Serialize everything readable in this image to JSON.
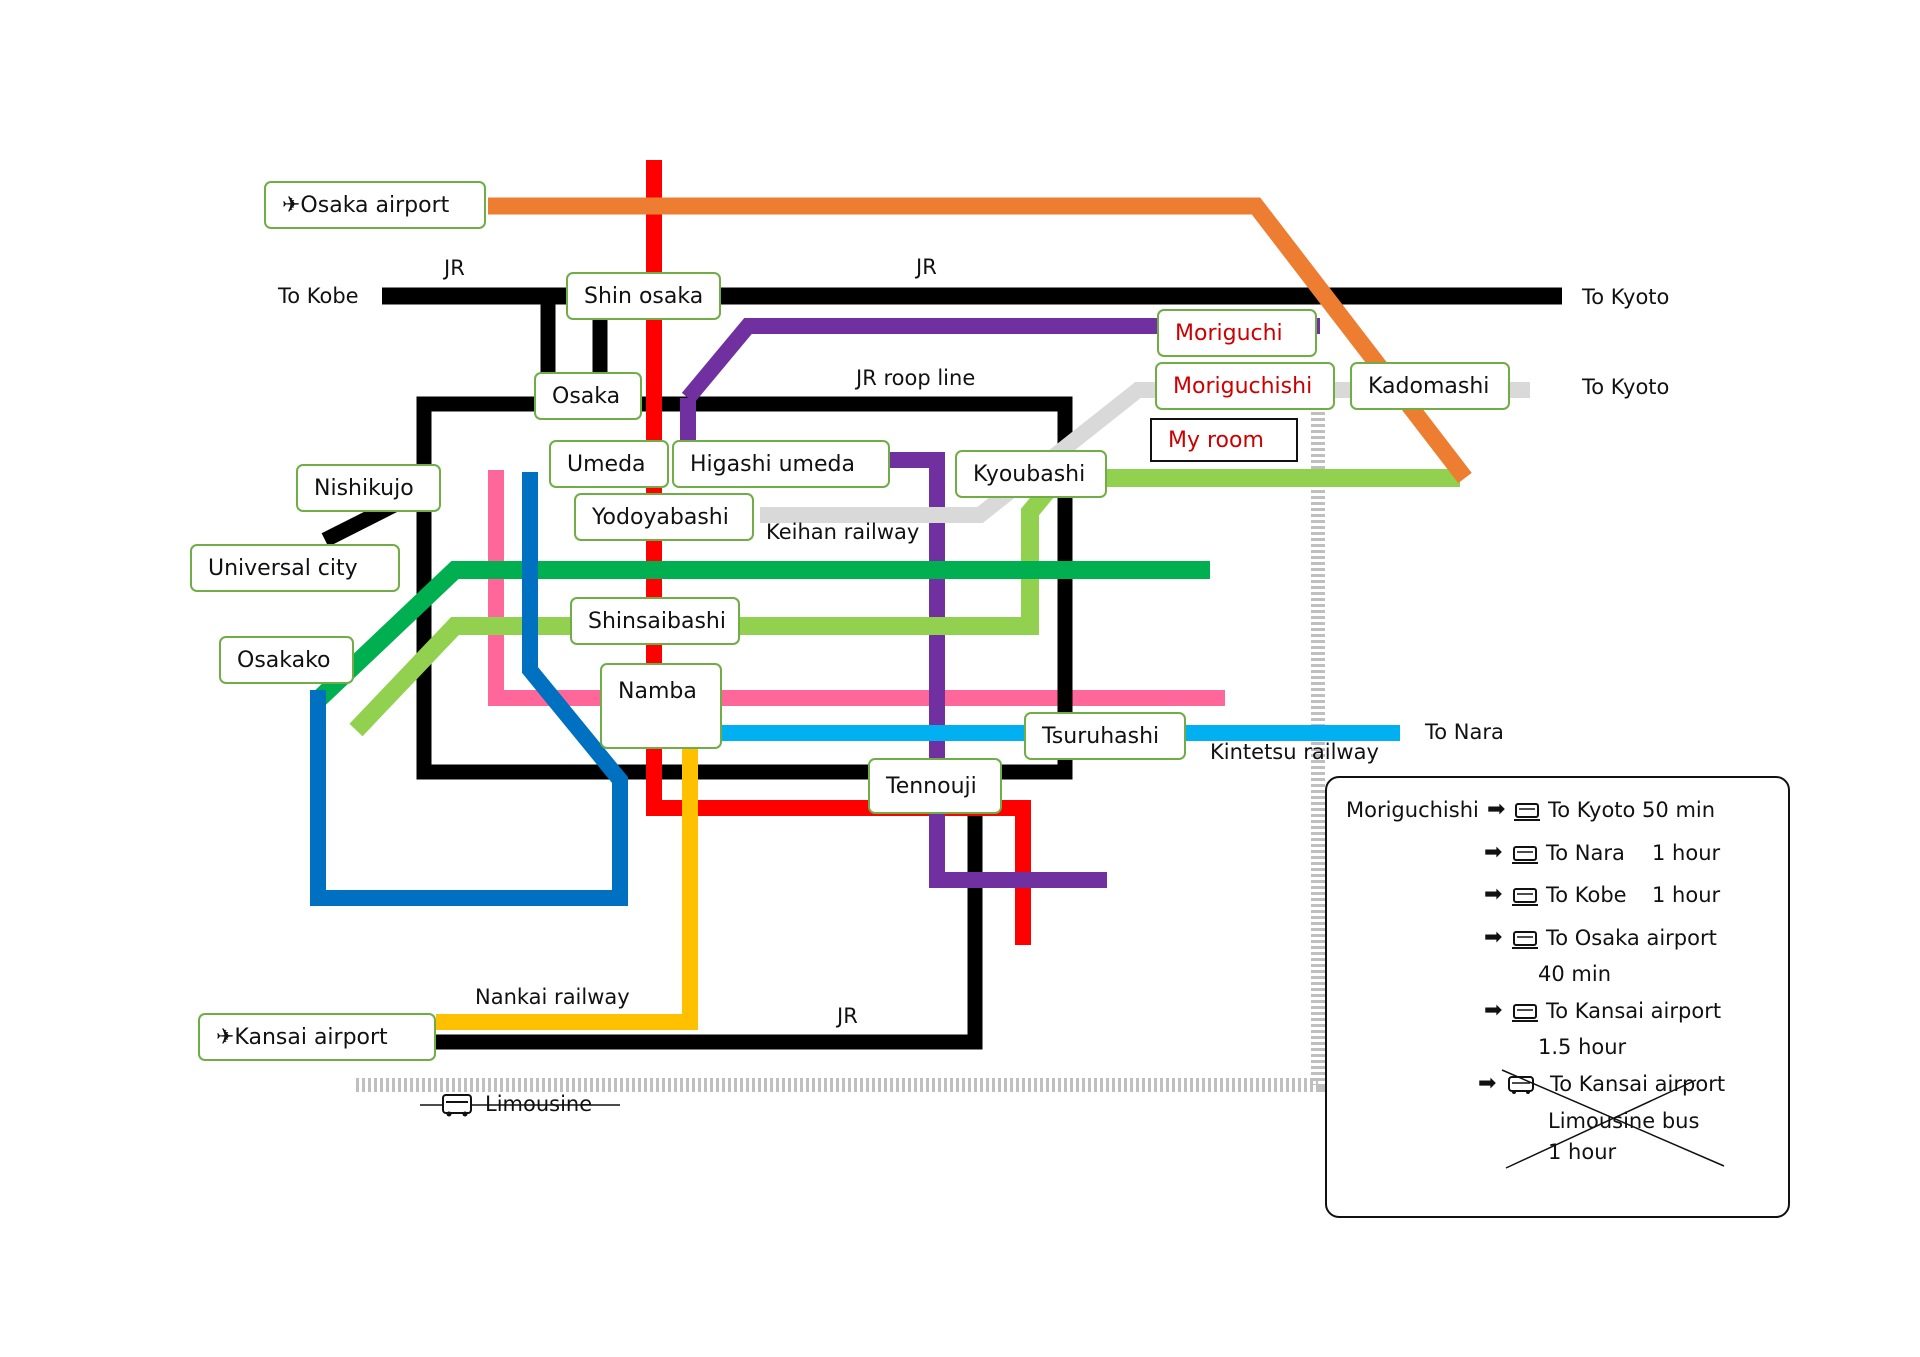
{
  "stations": {
    "osaka_airport": "✈Osaka airport",
    "shin_osaka": "Shin osaka",
    "osaka": "Osaka",
    "moriguchi": "Moriguchi",
    "moriguchishi": "Moriguchishi",
    "kadomashi": "Kadomashi",
    "umeda": "Umeda",
    "higashi_umeda": "Higashi umeda",
    "kyoubashi": "Kyoubashi",
    "yodoyabashi": "Yodoyabashi",
    "nishikujo": "Nishikujo",
    "universal_city": "Universal city",
    "osakako": "Osakako",
    "shinsaibashi": "Shinsaibashi",
    "namba": "Namba",
    "tsuruhashi": "Tsuruhashi",
    "tennouji": "Tennouji",
    "kansai_airport": "✈Kansai airport"
  },
  "my_room": "My room",
  "labels": {
    "to_kobe": "To Kobe",
    "jr_left": "JR",
    "jr_top": "JR",
    "to_kyoto_1": "To Kyoto",
    "to_kyoto_2": "To Kyoto",
    "jr_roop_line": "JR roop line",
    "keihan_railway": "Keihan railway",
    "kintetsu_railway": "Kintetsu railway",
    "to_nara": "To Nara",
    "nankai_railway": "Nankai railway",
    "jr_bottom": "JR",
    "limousine": "Limousine"
  },
  "legend": {
    "origin": "Moriguchishi",
    "r1": "To Kyoto 50 min",
    "r2a": "To Nara",
    "r2b": "1 hour",
    "r3a": "To Kobe",
    "r3b": "1 hour",
    "r4": "To Osaka airport",
    "r4b": "40 min",
    "r5": "To Kansai airport",
    "r5b": "1.5 hour",
    "r6": "To Kansai airport",
    "r6b": "Limousine bus",
    "r6c": "1 hour"
  },
  "colors": {
    "orange": "#ed7d31",
    "red": "#ff0000",
    "black": "#000000",
    "purple": "#7030a0",
    "lightgray": "#d9d9d9",
    "lightgreen": "#92d050",
    "green": "#00b050",
    "pink": "#ff6699",
    "blue": "#0070c0",
    "cyan": "#00b0f0",
    "yellow": "#ffc000",
    "station_border": "#70ad47"
  }
}
